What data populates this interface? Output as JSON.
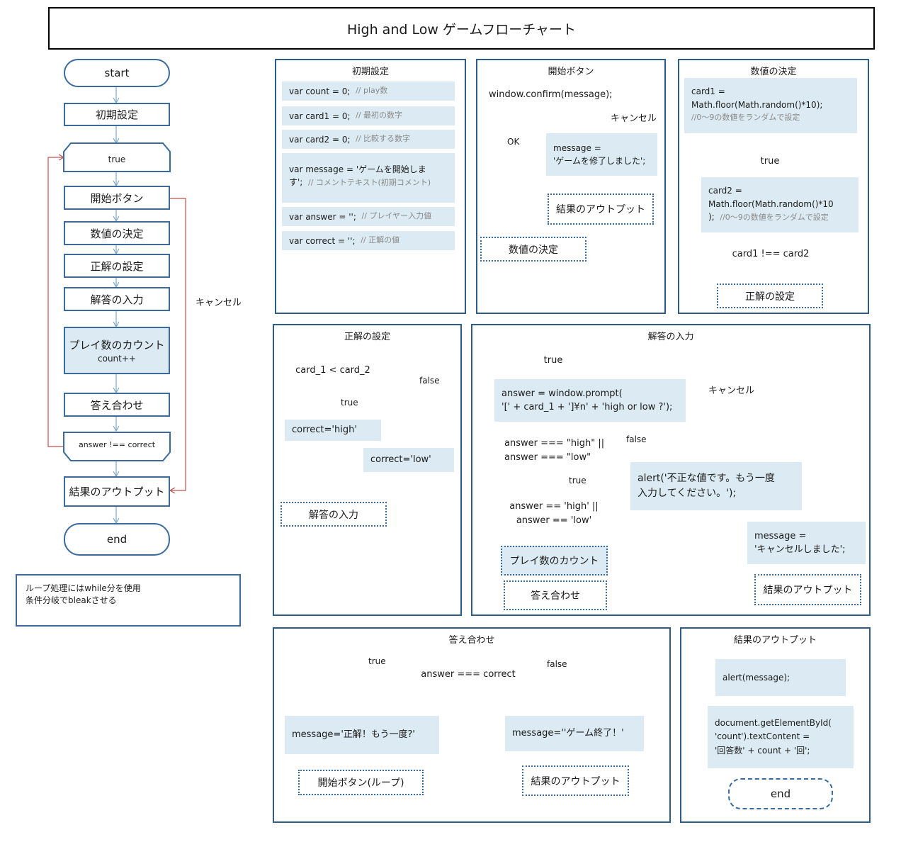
{
  "title": "High and Low ゲームフローチャート",
  "main_flow": {
    "start": "start",
    "init": "初期設定",
    "loop_true": "true",
    "start_button": "開始ボタン",
    "number_decide": "数値の決定",
    "answer_set": "正解の設定",
    "answer_input": "解答の入力",
    "play_count": "プレイ数のカウント",
    "play_count_sub": "count++",
    "check": "答え合わせ",
    "loop_cond": "answer !== correct",
    "output": "結果のアウトプット",
    "end": "end",
    "cancel_label": "キャンセル"
  },
  "note": {
    "line1": "ループ処理にはwhile分を使用",
    "line2": "条件分岐でbleakさせる"
  },
  "panel_init": {
    "title": "初期設定",
    "rows": [
      {
        "code": "var count = 0;",
        "comment": "// play数"
      },
      {
        "code": "var card1 = 0;",
        "comment": "// 最初の数字"
      },
      {
        "code": "var card2 = 0;",
        "comment": "// 比較する数字"
      },
      {
        "code": "var message = 'ゲームを開始します';",
        "comment": "// コメントテキスト(初期コメント)"
      },
      {
        "code": "var answer = '';",
        "comment": "// プレイヤー入力値"
      },
      {
        "code": "var correct = '';",
        "comment": "// 正解の値"
      }
    ]
  },
  "panel_start": {
    "title": "開始ボタン",
    "confirm": "window.confirm(message);",
    "cancel": "キャンセル",
    "ok": "OK",
    "message_line1": "message =",
    "message_line2": "'ゲームを修了しました';",
    "output": "結果のアウトプット",
    "next": "数値の決定"
  },
  "panel_number": {
    "title": "数値の決定",
    "card1_line1": "card1 =",
    "card1_line2": "Math.floor(Math.random()*10);",
    "card1_comment": "//0～9の数値をランダムで設定",
    "loop_true": "true",
    "card2_line1": "card2 =",
    "card2_line2": "Math.floor(Math.random()*10",
    "card2_line3": ");",
    "card2_comment": "//0～9の数値をランダムで設定",
    "cond": "card1 !== card2",
    "next": "正解の設定"
  },
  "panel_answer": {
    "title": "正解の設定",
    "cond": "card_1 < card_2",
    "true_label": "true",
    "false_label": "false",
    "high": "correct='high'",
    "low": "correct='low'",
    "next": "解答の入力"
  },
  "panel_input": {
    "title": "解答の入力",
    "loop_true": "true",
    "prompt_line1": "answer = window.prompt(",
    "prompt_line2": "'[' + card_1 + ']¥n' + 'high or low ?');",
    "cancel": "キャンセル",
    "cond1_line1": "answer === \"high\" ||",
    "cond1_line2": "answer === \"low\"",
    "false_label": "false",
    "true_label": "true",
    "alert_line1": "alert('不正な値です。もう一度",
    "alert_line2": "入力してください。');",
    "cond2_line1": "answer == 'high' ||",
    "cond2_line2": "answer == 'low'",
    "cancel_msg_line1": "message =",
    "cancel_msg_line2": "'キャンセルしました';",
    "next1": "プレイ数のカウント",
    "next2": "答え合わせ",
    "output": "結果のアウトプット"
  },
  "panel_check": {
    "title": "答え合わせ",
    "cond": "answer === correct",
    "true_label": "true",
    "false_label": "false",
    "correct_msg": "message='正解！もう一度?'",
    "wrong_msg": "message=''ゲーム終了！'",
    "next_true": "開始ボタン(ループ)",
    "next_false": "結果のアウトプット"
  },
  "panel_output": {
    "title": "結果のアウトプット",
    "alert": "alert(message);",
    "line1": "document.getElementById(",
    "line2": "'count').textContent =",
    "line3": "'回答数' + count + '回';",
    "end": "end"
  },
  "colors": {
    "border": "#2f5d8a",
    "fill": "#dcebf3",
    "flow_arrow": "#7ea6c9",
    "branch_arrow": "#c0504d"
  }
}
